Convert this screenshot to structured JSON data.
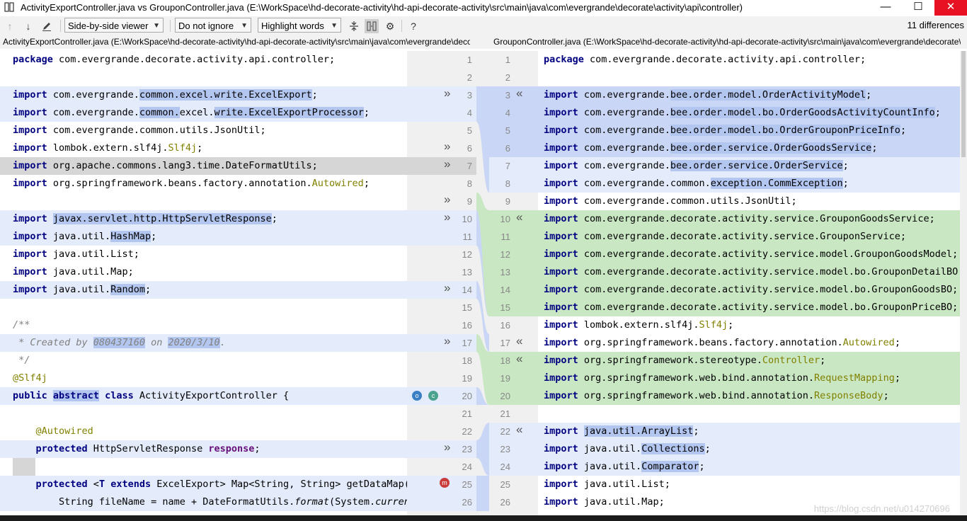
{
  "window": {
    "title": "ActivityExportController.java vs GrouponController.java (E:\\WorkSpace\\hd-decorate-activity\\hd-api-decorate-activity\\src\\main\\java\\com\\evergrande\\decorate\\activity\\api\\controller)",
    "minimize": "—",
    "maximize": "☐",
    "close": "✕"
  },
  "toolbar": {
    "prev_icon": "arrow-up-icon",
    "next_icon": "arrow-down-icon",
    "edit_icon": "pencil-icon",
    "viewer_mode": "Side-by-side viewer",
    "whitespace_mode": "Do not ignore",
    "highlight_mode": "Highlight words",
    "help": "?",
    "differences": "11 differences"
  },
  "paths": {
    "left": "ActivityExportController.java (E:\\WorkSpace\\hd-decorate-activity\\hd-api-decorate-activity\\src\\main\\java\\com\\evergrande\\decorate\\activity\\api\\controller)",
    "right": "GrouponController.java (E:\\WorkSpace\\hd-decorate-activity\\hd-api-decorate-activity\\src\\main\\java\\com\\evergrande\\decorate\\activity\\api\\controller)"
  },
  "left_lines": [
    {
      "n": "1",
      "bg": "",
      "html": "<span class=\"kw\">package</span> com.evergrande.decorate.activity.api.controller;"
    },
    {
      "n": "2",
      "bg": "",
      "html": ""
    },
    {
      "n": "3",
      "bg": "bg-lblue",
      "chev": true,
      "html": "<span class=\"kw\">import</span> com.evergrande.<span class=\"hl\">common.excel.write.ExcelExport</span>;"
    },
    {
      "n": "4",
      "bg": "bg-lblue",
      "html": "<span class=\"kw\">import</span> com.evergrande.<span class=\"hl\">common.</span>excel.<span class=\"hl\">write.ExcelExportProcessor</span>;"
    },
    {
      "n": "5",
      "bg": "",
      "html": "<span class=\"kw\">import</span> com.evergrande.common.utils.JsonUtil;"
    },
    {
      "n": "6",
      "bg": "",
      "chev": true,
      "html": "<span class=\"kw\">import</span> lombok.extern.slf4j.<span class=\"ann\">Slf4j</span>;"
    },
    {
      "n": "7",
      "bg": "bg-gray",
      "chev": true,
      "html": "<span class=\"kw\">import</span> org.apache.commons.lang3.time.DateFormatUtils;"
    },
    {
      "n": "8",
      "bg": "",
      "html": "<span class=\"kw\">import</span> org.springframework.beans.factory.annotation.<span class=\"ann\">Autowired</span>;"
    },
    {
      "n": "9",
      "bg": "",
      "chev": true,
      "html": ""
    },
    {
      "n": "10",
      "bg": "bg-lblue",
      "chev": true,
      "html": "<span class=\"kw\">import</span> <span class=\"hl\">javax.servlet.http.HttpServletResponse</span>;"
    },
    {
      "n": "11",
      "bg": "bg-lblue",
      "html": "<span class=\"kw\">import</span> java.util.<span class=\"hl\">HashMap</span>;"
    },
    {
      "n": "12",
      "bg": "",
      "html": "<span class=\"kw\">import</span> java.util.List;"
    },
    {
      "n": "13",
      "bg": "",
      "html": "<span class=\"kw\">import</span> java.util.Map;"
    },
    {
      "n": "14",
      "bg": "bg-lblue",
      "chev": true,
      "html": "<span class=\"kw\">import</span> java.util.<span class=\"hl\">Random</span>;"
    },
    {
      "n": "15",
      "bg": "",
      "html": ""
    },
    {
      "n": "16",
      "bg": "",
      "html": "<span class=\"cm\">/**</span>"
    },
    {
      "n": "17",
      "bg": "bg-lblue",
      "chev": true,
      "html": "<span class=\"cm\"> * Created by <span class=\"hl\">080437160</span> on <span class=\"hl\">2020/3/10</span>.</span>"
    },
    {
      "n": "18",
      "bg": "",
      "html": "<span class=\"cm\"> */</span>"
    },
    {
      "n": "19",
      "bg": "",
      "html": "<span class=\"ann\">@Slf4j</span>"
    },
    {
      "n": "20",
      "bg": "bg-lblue",
      "icons": true,
      "html": "<span class=\"kw\">public</span> <span class=\"hl\"><span class=\"kw\">abstract</span></span> <span class=\"kw\">class</span> ActivityExportController {"
    },
    {
      "n": "21",
      "bg": "",
      "html": ""
    },
    {
      "n": "22",
      "bg": "",
      "html": "    <span class=\"ann\">@Autowired</span>"
    },
    {
      "n": "23",
      "bg": "bg-lblue",
      "chev": true,
      "html": "    <span class=\"kw\">protected</span> HttpServletResponse <span class=\"fld\">response</span>;"
    },
    {
      "n": "24",
      "bg": "",
      "gray": true,
      "html": ""
    },
    {
      "n": "25",
      "bg": "bg-lblue",
      "micon": true,
      "html": "    <span class=\"kw\">protected</span> &lt;<span class=\"kw\">T</span> <span class=\"kw\">extends</span> ExcelExport&gt; Map&lt;String, String&gt; getDataMap("
    },
    {
      "n": "26",
      "bg": "bg-lblue",
      "html": "        String fileName = name + DateFormatUtils.<span class=\"it\">format</span>(System.<span class=\"it\">curren</span>"
    }
  ],
  "right_lines": [
    {
      "n": "1",
      "bg": "",
      "html": "<span class=\"kw\">package</span> com.evergrande.decorate.activity.api.controller;"
    },
    {
      "n": "2",
      "bg": "",
      "html": ""
    },
    {
      "n": "3",
      "bg": "bg-blue",
      "chev": true,
      "html": "<span class=\"kw\">import</span> com.evergrande.<span class=\"hl\">bee.order.model.OrderActivityModel</span>;"
    },
    {
      "n": "4",
      "bg": "bg-blue",
      "html": "<span class=\"kw\">import</span> com.evergrande.<span class=\"hl\">bee.order.model.bo.OrderGoodsActivityCountInfo</span>;"
    },
    {
      "n": "5",
      "bg": "bg-blue",
      "html": "<span class=\"kw\">import</span> com.evergrande.<span class=\"hl\">bee.order.model.bo.OrderGrouponPriceInfo</span>;"
    },
    {
      "n": "6",
      "bg": "bg-blue",
      "html": "<span class=\"kw\">import</span> com.evergrande.<span class=\"hl\">bee.order.service.OrderGoodsService</span>;"
    },
    {
      "n": "7",
      "bg": "bg-lblue",
      "html": "<span class=\"kw\">import</span> com.evergrande.<span class=\"hl\">bee.order.service.OrderService</span>;"
    },
    {
      "n": "8",
      "bg": "bg-lblue",
      "html": "<span class=\"kw\">import</span> com.evergrande.common.<span class=\"hl\">exception.CommException</span>;"
    },
    {
      "n": "9",
      "bg": "",
      "html": "<span class=\"kw\">import</span> com.evergrande.common.utils.JsonUtil;"
    },
    {
      "n": "10",
      "bg": "bg-green",
      "chev": true,
      "html": "<span class=\"kw\">import</span> com.evergrande.decorate.activity.service.GrouponGoodsService;"
    },
    {
      "n": "11",
      "bg": "bg-green",
      "html": "<span class=\"kw\">import</span> com.evergrande.decorate.activity.service.GrouponService;"
    },
    {
      "n": "12",
      "bg": "bg-green",
      "html": "<span class=\"kw\">import</span> com.evergrande.decorate.activity.service.model.GrouponGoodsModel;"
    },
    {
      "n": "13",
      "bg": "bg-green",
      "html": "<span class=\"kw\">import</span> com.evergrande.decorate.activity.service.model.bo.GrouponDetailBO;"
    },
    {
      "n": "14",
      "bg": "bg-green",
      "html": "<span class=\"kw\">import</span> com.evergrande.decorate.activity.service.model.bo.GrouponGoodsBO;"
    },
    {
      "n": "15",
      "bg": "bg-green",
      "html": "<span class=\"kw\">import</span> com.evergrande.decorate.activity.service.model.bo.GrouponPriceBO;"
    },
    {
      "n": "16",
      "bg": "",
      "html": "<span class=\"kw\">import</span> lombok.extern.slf4j.<span class=\"ann\">Slf4j</span>;"
    },
    {
      "n": "17",
      "bg": "",
      "chev": true,
      "html": "<span class=\"kw\">import</span> org.springframework.beans.factory.annotation.<span class=\"ann\">Autowired</span>;"
    },
    {
      "n": "18",
      "bg": "bg-green",
      "chev": true,
      "html": "<span class=\"kw\">import</span> org.springframework.stereotype.<span class=\"ann\">Controller</span>;"
    },
    {
      "n": "19",
      "bg": "bg-green",
      "html": "<span class=\"kw\">import</span> org.springframework.web.bind.annotation.<span class=\"ann\">RequestMapping</span>;"
    },
    {
      "n": "20",
      "bg": "bg-green",
      "html": "<span class=\"kw\">import</span> org.springframework.web.bind.annotation.<span class=\"ann\">ResponseBody</span>;"
    },
    {
      "n": "21",
      "bg": "",
      "html": ""
    },
    {
      "n": "22",
      "bg": "bg-lblue",
      "chev": true,
      "html": "<span class=\"kw\">import</span> <span class=\"hl\">java.util.ArrayList</span>;"
    },
    {
      "n": "23",
      "bg": "bg-lblue",
      "html": "<span class=\"kw\">import</span> java.util.<span class=\"hl\">Collections</span>;"
    },
    {
      "n": "24",
      "bg": "bg-lblue",
      "html": "<span class=\"kw\">import</span> java.util.<span class=\"hl\">Comparator</span>;"
    },
    {
      "n": "25",
      "bg": "",
      "html": "<span class=\"kw\">import</span> java.util.List;"
    },
    {
      "n": "26",
      "bg": "",
      "html": "<span class=\"kw\">import</span> java.util.Map;"
    }
  ],
  "watermark": "https://blog.csdn.net/u014270696",
  "colors": {
    "changed": "#c9d6f5",
    "inserted": "#c9e7c3",
    "moved": "#d6d6d6",
    "close": "#e81123"
  }
}
